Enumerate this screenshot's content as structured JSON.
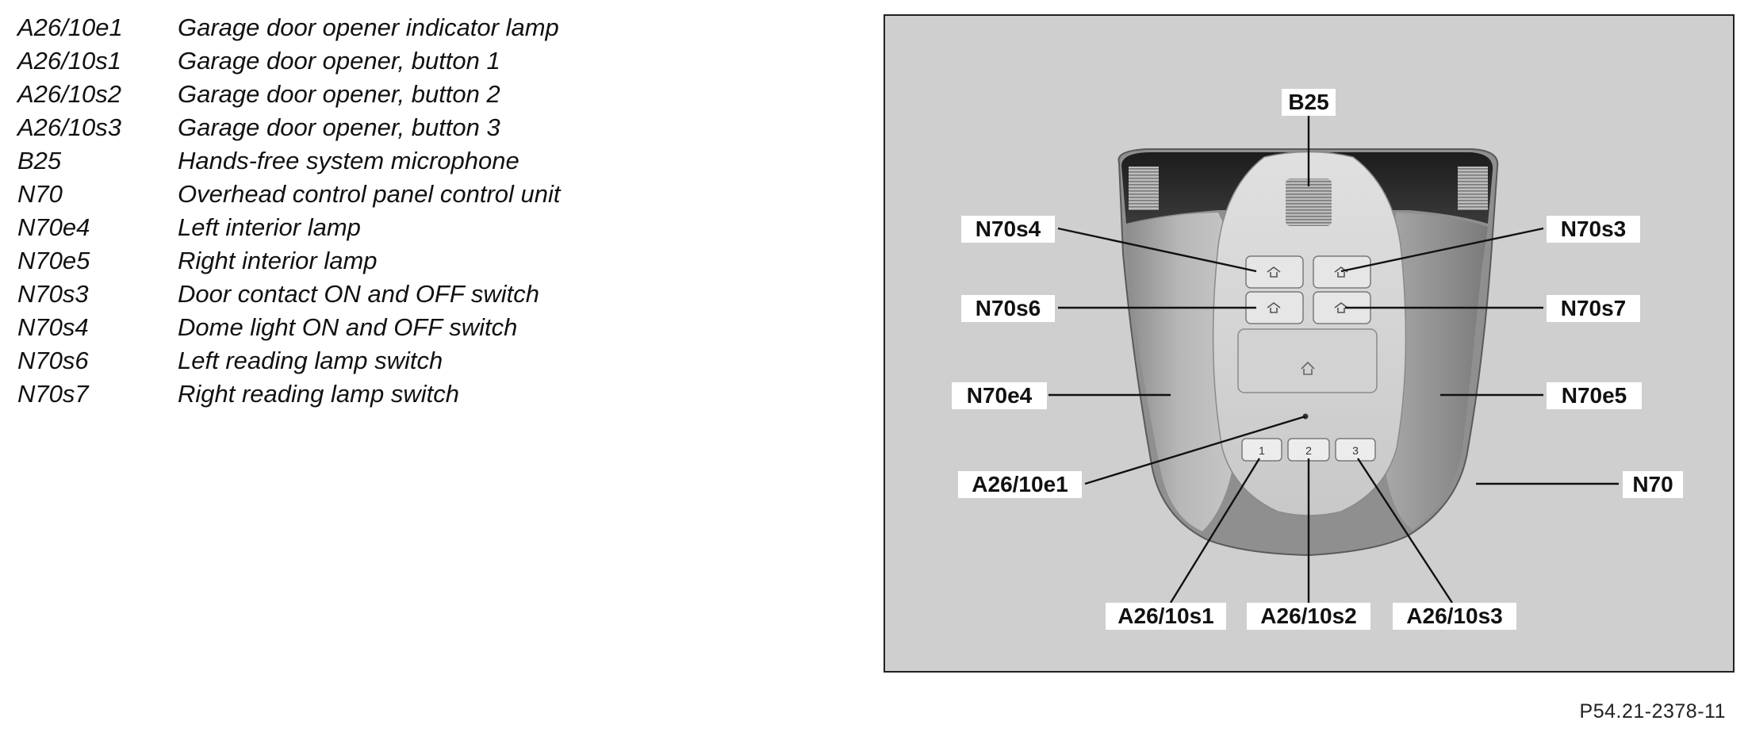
{
  "legend": [
    {
      "code": "A26/10e1",
      "desc": "Garage door opener indicator lamp"
    },
    {
      "code": "A26/10s1",
      "desc": "Garage door opener, button 1"
    },
    {
      "code": "A26/10s2",
      "desc": "Garage door opener, button 2"
    },
    {
      "code": "A26/10s3",
      "desc": "Garage door opener, button 3"
    },
    {
      "code": "B25",
      "desc": "Hands-free system microphone"
    },
    {
      "code": "N70",
      "desc": "Overhead control panel control unit"
    },
    {
      "code": "N70e4",
      "desc": "Left interior lamp"
    },
    {
      "code": "N70e5",
      "desc": "Right interior lamp"
    },
    {
      "code": "N70s3",
      "desc": "Door contact ON and OFF switch"
    },
    {
      "code": "N70s4",
      "desc": "Dome light ON and OFF switch"
    },
    {
      "code": "N70s6",
      "desc": "Left reading lamp switch"
    },
    {
      "code": "N70s7",
      "desc": "Right reading lamp switch"
    }
  ],
  "callouts": {
    "b25": "B25",
    "n70s4": "N70s4",
    "n70s3": "N70s3",
    "n70s6": "N70s6",
    "n70s7": "N70s7",
    "n70e4": "N70e4",
    "n70e5": "N70e5",
    "a26_10e1": "A26/10e1",
    "n70": "N70",
    "a26_10s1": "A26/10s1",
    "a26_10s2": "A26/10s2",
    "a26_10s3": "A26/10s3"
  },
  "garage_buttons": [
    "1",
    "2",
    "3"
  ],
  "figure_id": "P54.21-2378-11",
  "colors": {
    "photo_background": "#cfcfcf",
    "panel_dark": "#2a2a2a",
    "panel_light": "#d9d9d9"
  }
}
